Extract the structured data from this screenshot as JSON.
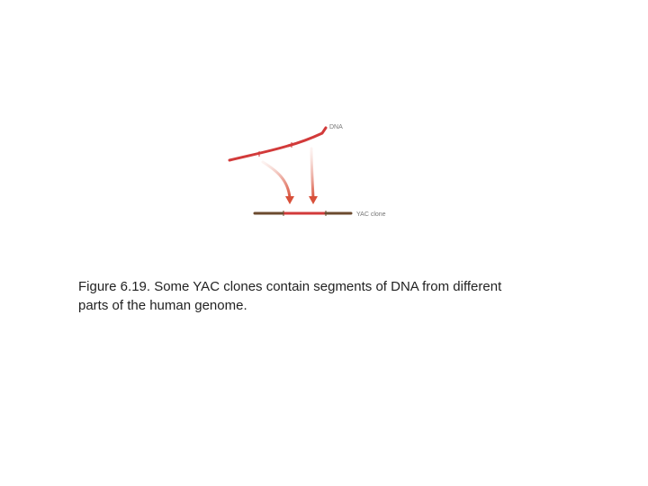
{
  "figure": {
    "dna_label": "DNA",
    "yac_label": "YAC clone",
    "colors": {
      "dna_strand": "#d23a3a",
      "yac_vector": "#6b4a2e",
      "arrow": "#d8503a"
    }
  },
  "caption": {
    "line1": "Figure 6.19. Some YAC clones contain segments of DNA from different",
    "line2": "parts of the human genome."
  }
}
